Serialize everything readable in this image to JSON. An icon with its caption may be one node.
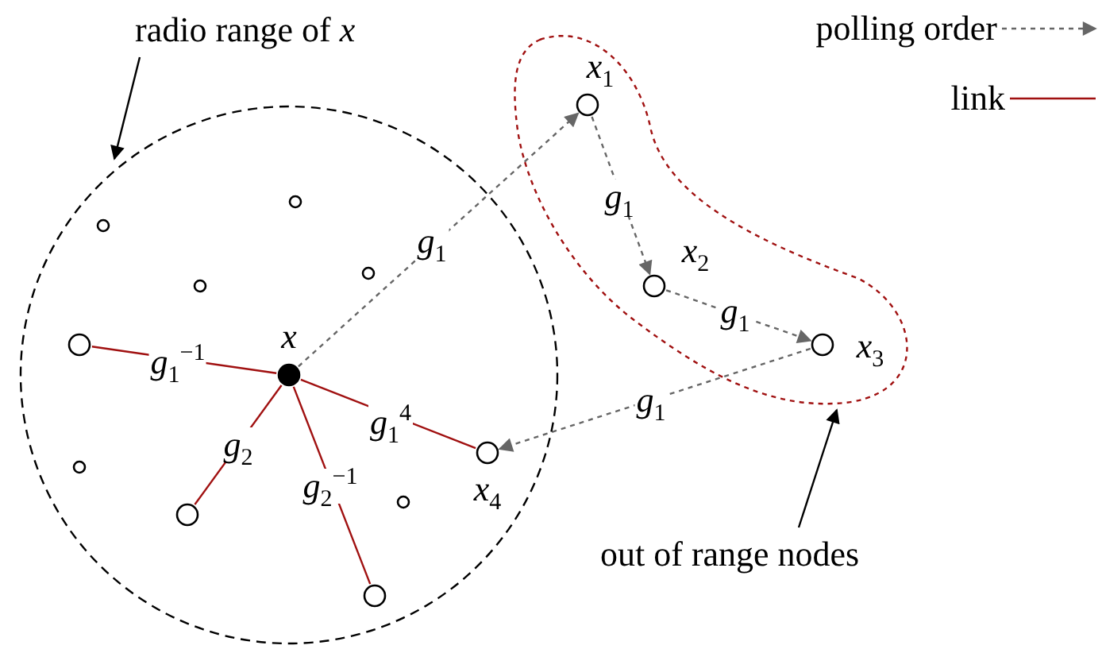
{
  "diagram": {
    "nodes": [
      {
        "text": [
          "radio range of *x*"
        ]
      },
      {
        "text": [],
        "shape": "circle"
      },
      {
        "text": [],
        "shape": "circle",
        "in": 1
      },
      {
        "text": [],
        "shape": "circle",
        "in": 1
      },
      {
        "text": [],
        "shape": "circle",
        "in": 1
      },
      {
        "text": [],
        "shape": "circle",
        "in": 1
      },
      {
        "text": [],
        "shape": "circle",
        "in": 1
      },
      {
        "text": [
          "*x*"
        ],
        "in": 1
      },
      {
        "text": [
          "*x*$_{4}$"
        ],
        "in": 1
      },
      {
        "text": [],
        "shape": "circle",
        "in": 1
      },
      {
        "text": [],
        "shape": "circle",
        "in": 1
      },
      {
        "text": [],
        "shape": "circle",
        "in": 1
      },
      {
        "text": [],
        "shape": "circle",
        "in": 1
      },
      {
        "text": [],
        "shape": "cloud"
      },
      {
        "text": [
          "*x*$_{1}$"
        ],
        "in": 13
      },
      {
        "text": [
          "*x*$_{2}$"
        ],
        "in": 13
      },
      {
        "text": [
          "*x*$_{3}$"
        ],
        "in": 13
      },
      {
        "text": [
          "out of range nodes"
        ]
      }
    ],
    "edges": [
      {
        "from": 0,
        "to": 1,
        "arrow": "to",
        "color": "#000000"
      },
      {
        "from": 7,
        "to": 6,
        "arrow": "none",
        "label": "*g*$_{1}$$^{−1}$",
        "color": "#a01010"
      },
      {
        "from": 7,
        "to": 11,
        "arrow": "none",
        "label": "*g*$_{2}$",
        "color": "#a01010"
      },
      {
        "from": 7,
        "to": 12,
        "arrow": "none",
        "label": "*g*$_{2}$$^{−1}$",
        "color": "#a01010"
      },
      {
        "from": 7,
        "to": 8,
        "arrow": "none",
        "label": "*g*$_{1}$$^{4}$",
        "color": "#a01010"
      },
      {
        "from": 7,
        "to": 14,
        "arrow": "to",
        "label": "*g*$_{1}$",
        "style": "dashed",
        "color": "#666666"
      },
      {
        "from": 14,
        "to": 15,
        "arrow": "to",
        "label": "*g*$_{1}$",
        "style": "dashed",
        "color": "#666666"
      },
      {
        "from": 15,
        "to": 16,
        "arrow": "to",
        "label": "*g*$_{1}$",
        "style": "dashed",
        "color": "#666666"
      },
      {
        "from": 16,
        "to": 8,
        "arrow": "to",
        "label": "*g*$_{1}$",
        "style": "dashed",
        "color": "#666666"
      },
      {
        "from": 17,
        "to": 13,
        "arrow": "to",
        "color": "#000000"
      }
    ],
    "legend": [
      {
        "text": "polling order"
      },
      {
        "text": "link"
      }
    ]
  }
}
